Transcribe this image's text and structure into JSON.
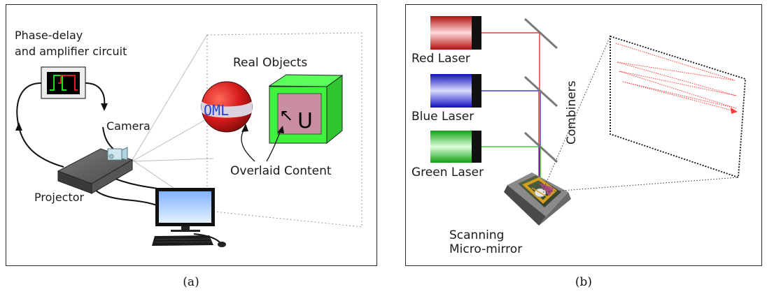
{
  "panel_a": {
    "circuit_label_1": "Phase-delay",
    "circuit_label_2": "and amplifier circuit",
    "camera_label": "Camera",
    "real_objects_label": "Real Objects",
    "sphere_text": "OML",
    "cube_text_arrow": "↖",
    "cube_text_letter": "U",
    "overlaid_label": "Overlaid Content",
    "projector_label": "Projector",
    "caption": "(a)"
  },
  "panel_b": {
    "red_laser_label": "Red Laser",
    "blue_laser_label": "Blue Laser",
    "green_laser_label": "Green Laser",
    "combiners_label": "Combiners",
    "mirror_label_1": "Scanning",
    "mirror_label_2": "Micro-mirror",
    "caption": "(b)"
  },
  "colors": {
    "red_beam": "#e8141b",
    "blue_beam": "#1c1cd6",
    "green_beam": "#19c419",
    "sphere_red": "#d91a1a",
    "cube_green": "#3ef23e",
    "cube_face": "#c98fa0"
  }
}
